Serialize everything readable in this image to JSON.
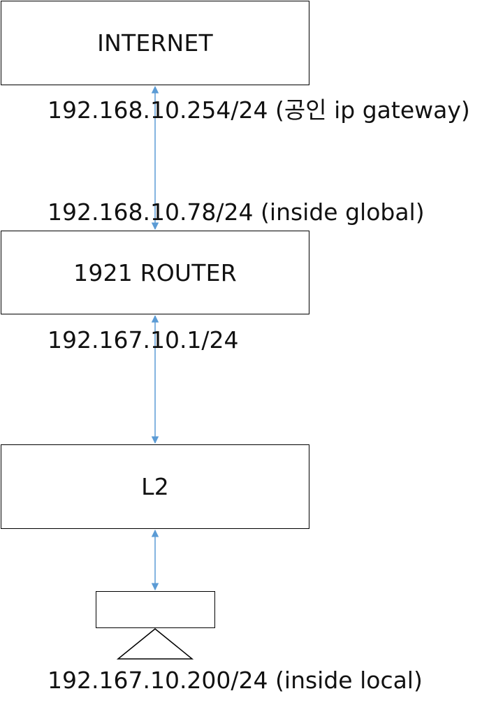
{
  "nodes": {
    "internet": "INTERNET",
    "router": "1921 ROUTER",
    "l2": "L2",
    "pc": ""
  },
  "labels": {
    "gateway": "192.168.10.254/24 (공인 ip gateway)",
    "inside_global": "192.168.10.78/24 (inside global)",
    "router_lan": "192.167.10.1/24",
    "inside_local": "192.167.10.200/24 (inside local)"
  },
  "colors": {
    "link": "#5b9bd5",
    "border": "#000000"
  }
}
